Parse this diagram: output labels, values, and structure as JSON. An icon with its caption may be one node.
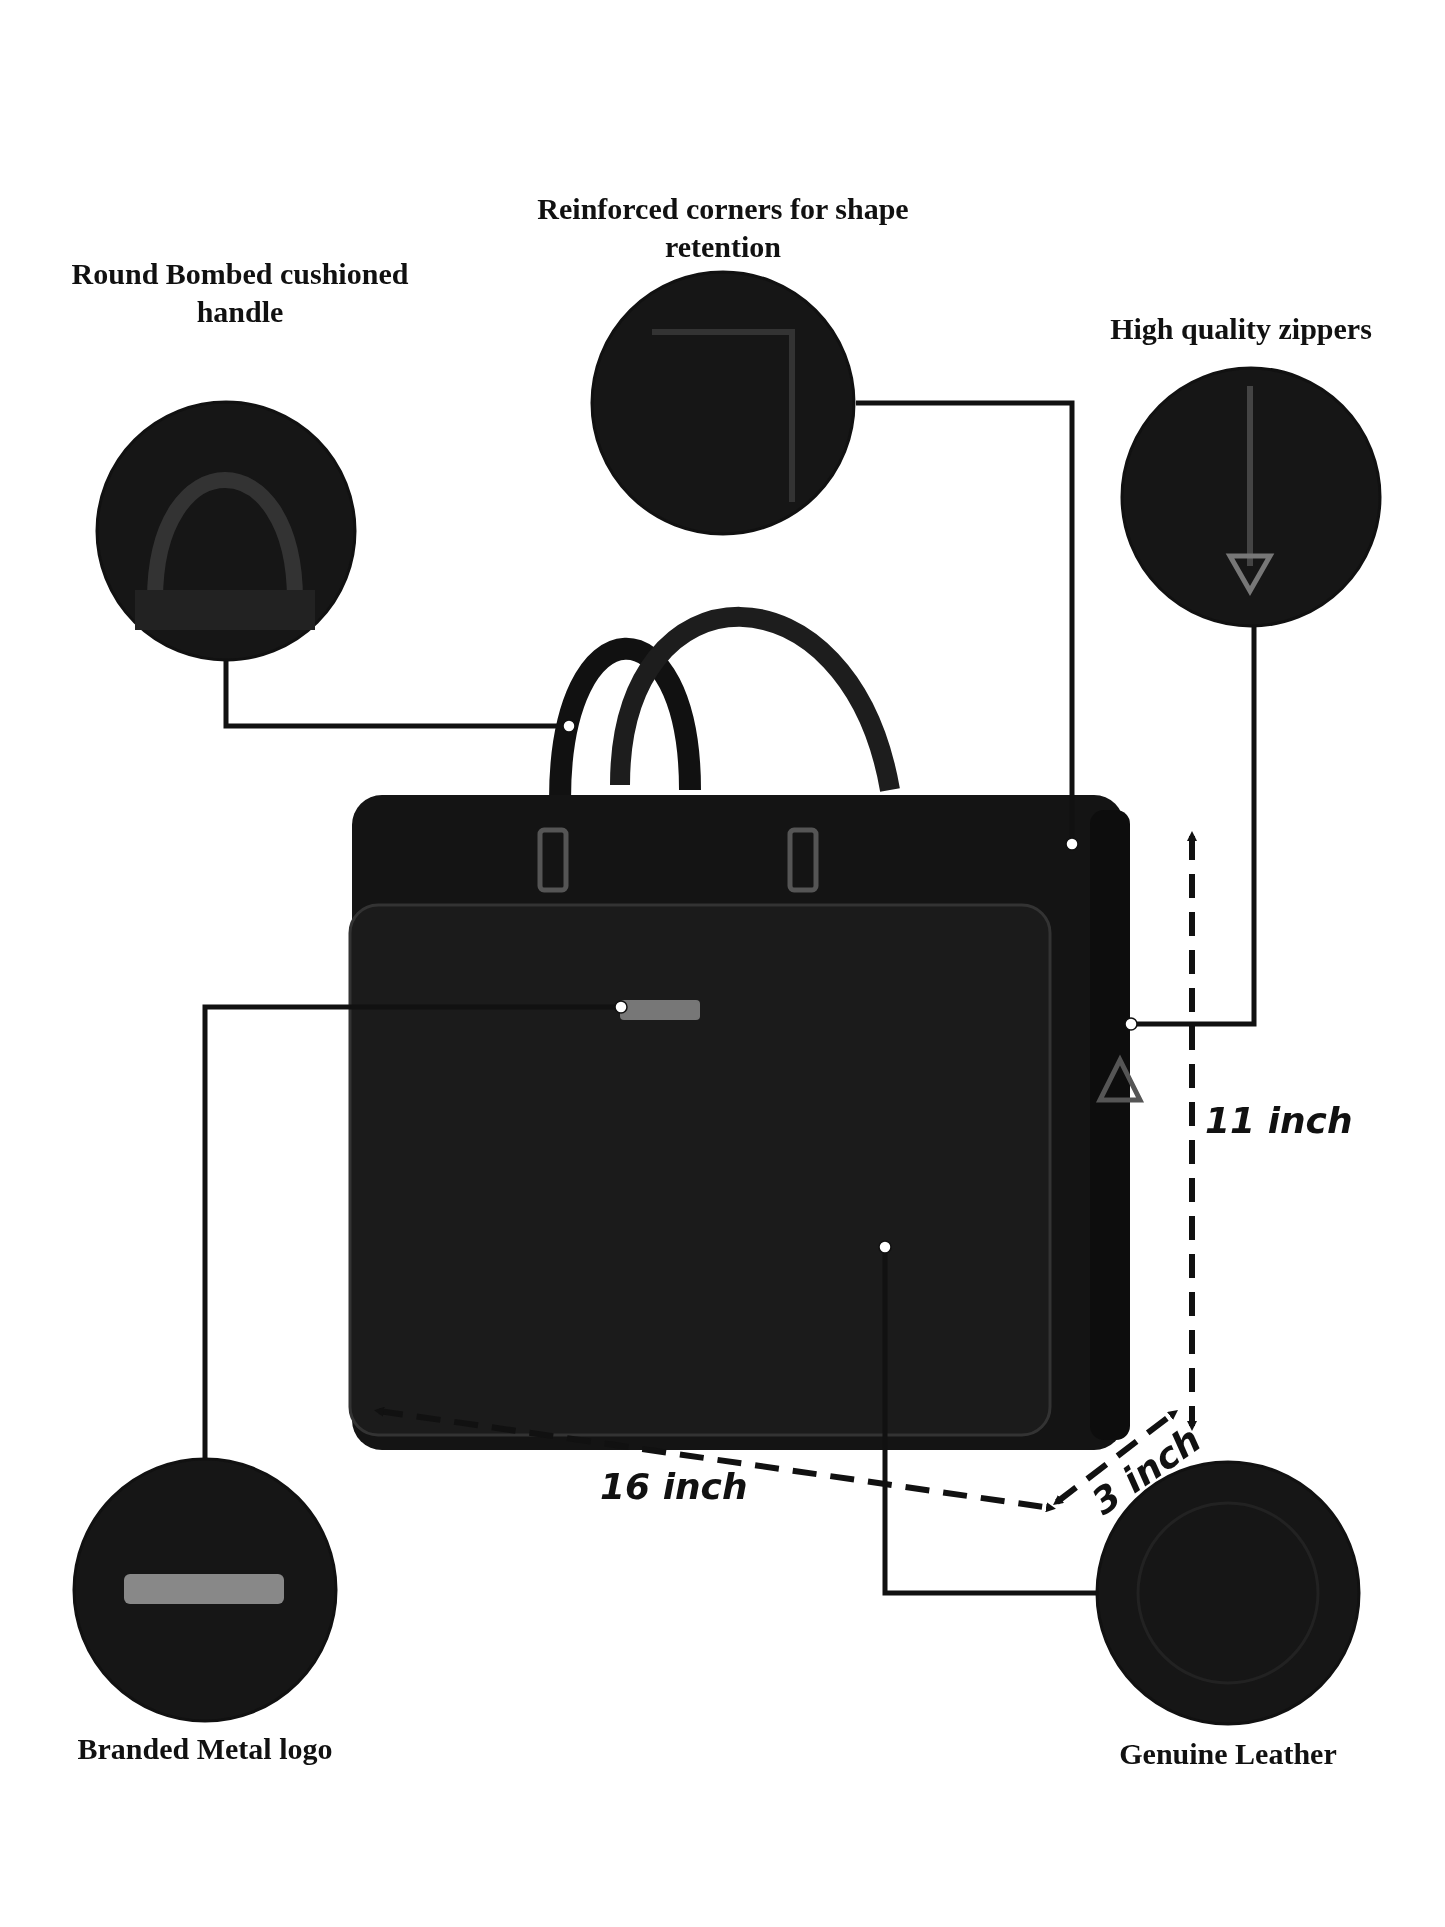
{
  "diagram": {
    "nodes": [
      {
        "text": [
          "Round Bombed cushioned handle"
        ]
      },
      {
        "text": [
          "Reinforced corners for shape retention"
        ]
      },
      {
        "text": [
          "High quality zippers"
        ]
      },
      {
        "text": [
          "Branded Metal logo"
        ]
      },
      {
        "text": [
          "Genuine Leather"
        ]
      }
    ],
    "edges": [
      {
        "from": 0,
        "to": null,
        "arrow": "other"
      },
      {
        "from": 1,
        "to": null,
        "arrow": "other"
      },
      {
        "from": 2,
        "to": null,
        "arrow": "other"
      },
      {
        "from": 3,
        "to": null,
        "arrow": "other"
      },
      {
        "from": 4,
        "to": null,
        "arrow": "other"
      }
    ],
    "labels": [
      "11 inch",
      "16 inch",
      "3 inch"
    ]
  }
}
